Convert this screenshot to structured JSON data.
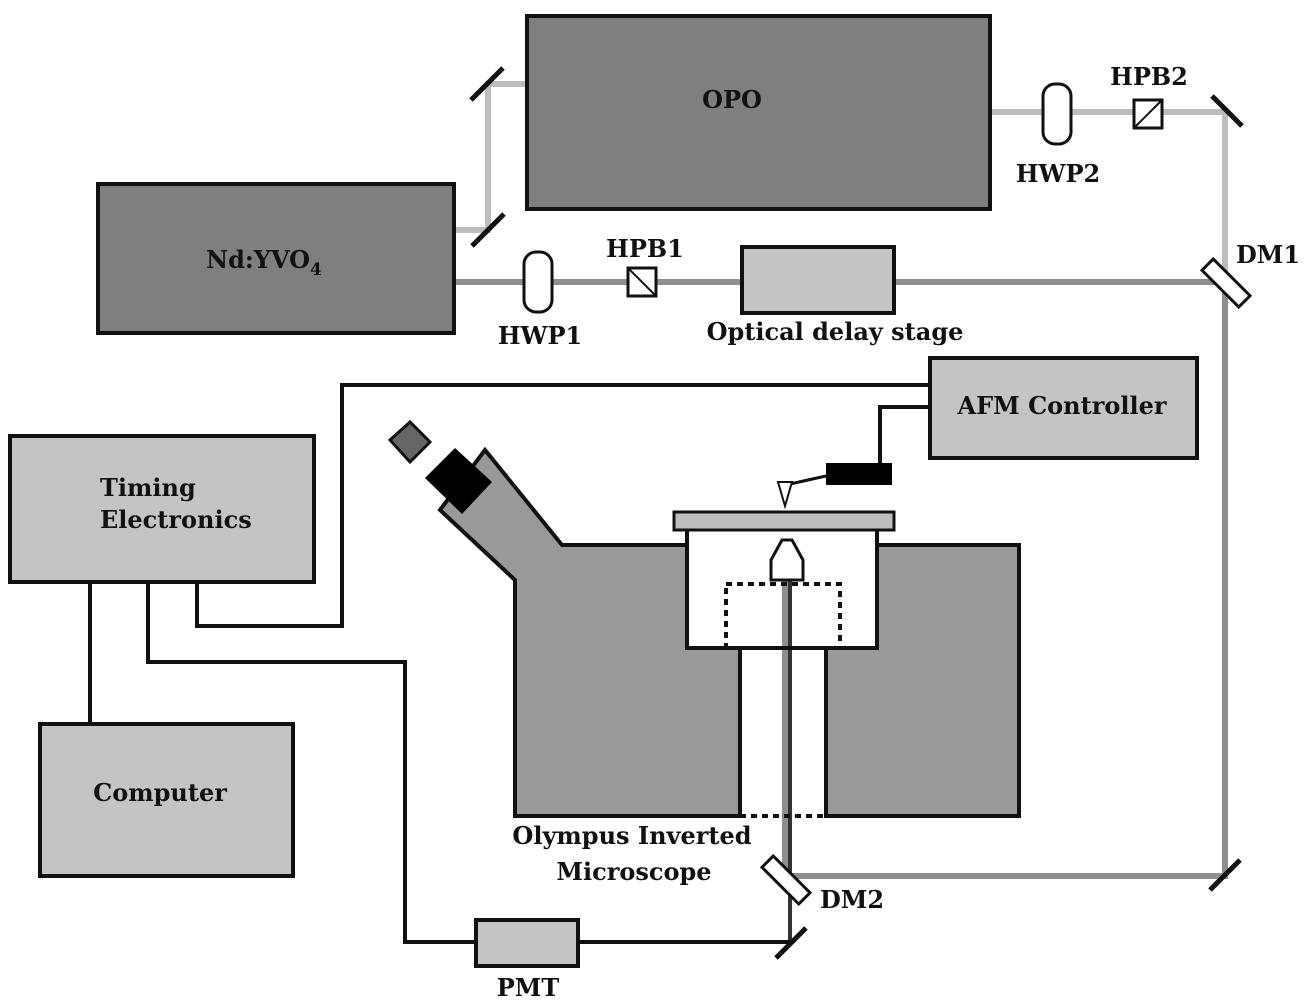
{
  "labels": {
    "opo": "OPO",
    "laser_main": "Nd:YVO",
    "laser_sub": "4",
    "hwp1": "HWP1",
    "hwp2": "HWP2",
    "hpb1": "HPB1",
    "hpb2": "HPB2",
    "delay_stage": "Optical delay stage",
    "dm1": "DM1",
    "dm2": "DM2",
    "afm_controller": "AFM Controller",
    "timing_line1": "Timing",
    "timing_line2": "Electronics",
    "computer": "Computer",
    "microscope_line1": "Olympus Inverted",
    "microscope_line2": "Microscope",
    "pmt": "PMT"
  },
  "colors": {
    "laser_box": "#7f7f7f",
    "instrument_box": "#c4c4c4",
    "microscope_body": "#999999",
    "ir_beam": "#8f8f8f",
    "opo_beam": "#bdbdbd",
    "cable": "#111111"
  }
}
